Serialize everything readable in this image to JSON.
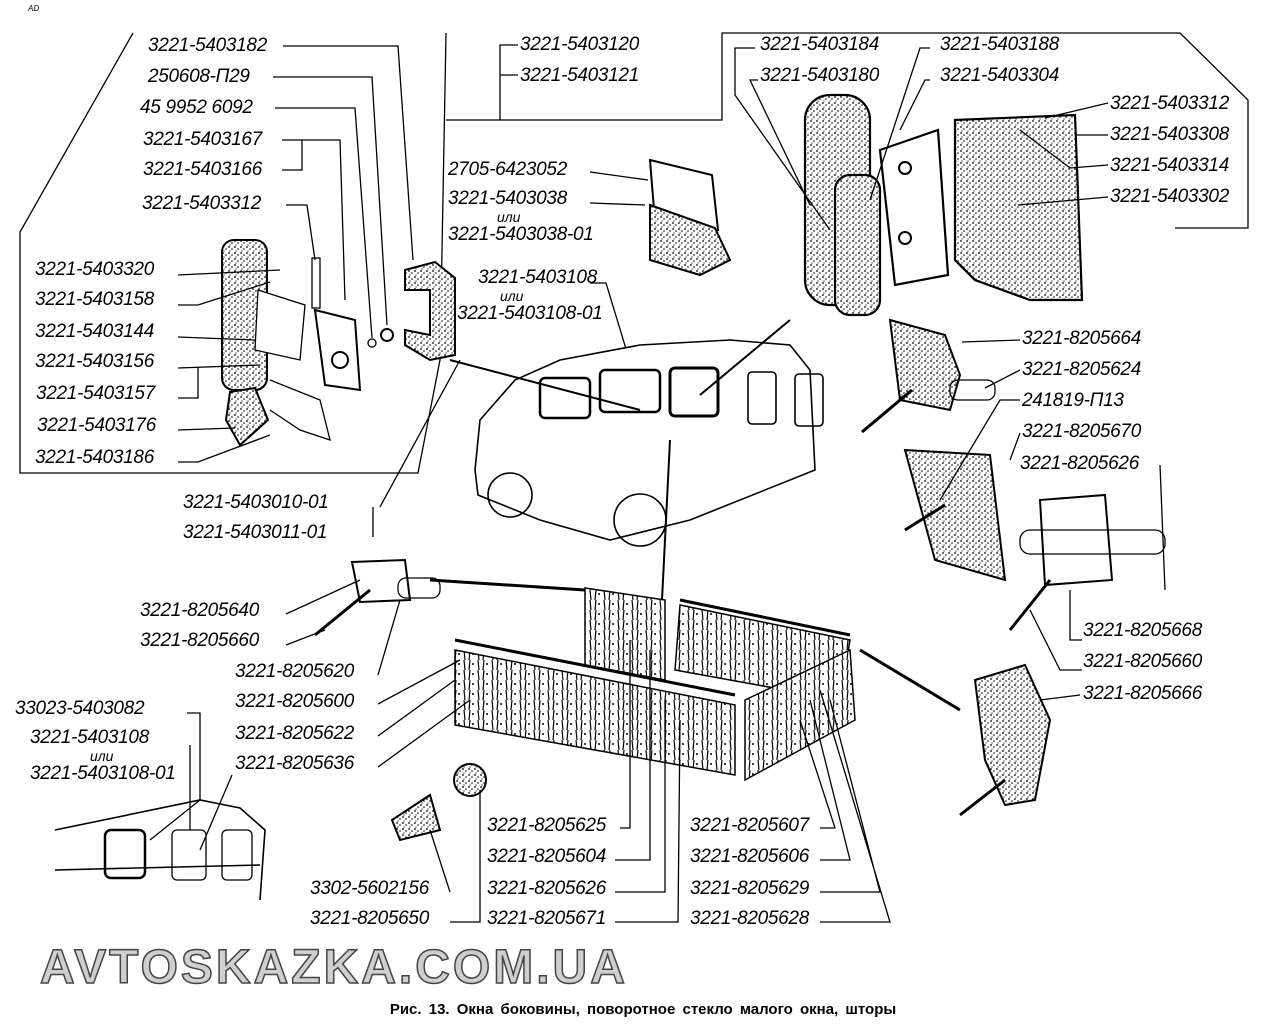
{
  "corner_mark": "AD",
  "caption": "Рис. 13. Окна боковины, поворотное стекло малого окна, шторы",
  "watermark": "AVTOSKAZKA.COM.UA",
  "or_word": "или",
  "labels": {
    "l01": "3221-5403182",
    "l02": "250608-П29",
    "l03": "45 9952 6092",
    "l04": "3221-5403167",
    "l05": "3221-5403166",
    "l06": "3221-5403312",
    "l07": "3221-5403320",
    "l08": "3221-5403158",
    "l09": "3221-5403144",
    "l10": "3221-5403156",
    "l11": "3221-5403157",
    "l12": "3221-5403176",
    "l13": "3221-5403186",
    "m01": "3221-5403120",
    "m02": "3221-5403121",
    "m03": "2705-6423052",
    "m04": "3221-5403038",
    "m05": "3221-5403038-01",
    "m06": "3221-5403108",
    "m07": "3221-5403108-01",
    "r01": "3221-5403184",
    "r02": "3221-5403188",
    "r03": "3221-5403180",
    "r04": "3221-5403304",
    "r05": "3221-5403312",
    "r06": "3221-5403308",
    "r07": "3221-5403314",
    "r08": "3221-5403302",
    "r09": "3221-8205664",
    "r10": "3221-8205624",
    "r11": "241819-П13",
    "r12": "3221-8205670",
    "r13": "3221-8205626",
    "r14": "3221-8205668",
    "r15": "3221-8205660",
    "r16": "3221-8205666",
    "b01": "3221-5403010-01",
    "b02": "3221-5403011-01",
    "b03": "3221-8205640",
    "b04": "3221-8205660",
    "b05": "3221-8205620",
    "b06": "3221-8205600",
    "b07": "3221-8205622",
    "b08": "3221-8205636",
    "b09": "33023-5403082",
    "b10": "3221-5403108",
    "b11": "3221-5403108-01",
    "c01": "3221-8205625",
    "c02": "3221-8205604",
    "c03": "3221-8205626",
    "c04": "3221-8205671",
    "c05": "3302-5602156",
    "c06": "3221-8205650",
    "d01": "3221-8205607",
    "d02": "3221-8205606",
    "d03": "3221-8205629",
    "d04": "3221-8205628"
  }
}
